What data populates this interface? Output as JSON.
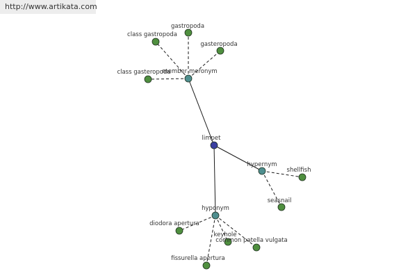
{
  "source": {
    "url_text": "http://www.artikata.com"
  },
  "colors": {
    "center": "#3a3fa0",
    "relation": "#4f8f8f",
    "leaf": "#4f8f3f",
    "edge": "#1a1a1a"
  },
  "nodes": [
    {
      "id": "limpet",
      "label": "limpet",
      "kind": "center"
    },
    {
      "id": "member-meronym",
      "label": "member meronym",
      "kind": "relation"
    },
    {
      "id": "hypernym",
      "label": "hypernym",
      "kind": "relation"
    },
    {
      "id": "hyponym",
      "label": "hyponym",
      "kind": "relation"
    },
    {
      "id": "class-gastropoda",
      "label": "class gastropoda",
      "kind": "leaf"
    },
    {
      "id": "gastropoda",
      "label": "gastropoda",
      "kind": "leaf"
    },
    {
      "id": "gasteropoda",
      "label": "gasteropoda",
      "kind": "leaf"
    },
    {
      "id": "class-gasteropoda",
      "label": "class gasteropoda",
      "kind": "leaf"
    },
    {
      "id": "shellfish",
      "label": "shellfish",
      "kind": "leaf"
    },
    {
      "id": "seasnail",
      "label": "seasnail",
      "kind": "leaf"
    },
    {
      "id": "diodora-apertura",
      "label": "diodora apertura",
      "kind": "leaf"
    },
    {
      "id": "keyhole",
      "label": "keyhole",
      "kind": "leaf"
    },
    {
      "id": "common-patella-vulgata",
      "label": "common patella vulgata",
      "kind": "leaf"
    },
    {
      "id": "fissurella-apertura",
      "label": "fissurella apertura",
      "kind": "leaf"
    }
  ],
  "edges": [
    {
      "from": "limpet",
      "to": "member-meronym",
      "style": "solid"
    },
    {
      "from": "limpet",
      "to": "hypernym",
      "style": "solid"
    },
    {
      "from": "limpet",
      "to": "hyponym",
      "style": "solid"
    },
    {
      "from": "member-meronym",
      "to": "class-gastropoda",
      "style": "dashed"
    },
    {
      "from": "member-meronym",
      "to": "gastropoda",
      "style": "dashed"
    },
    {
      "from": "member-meronym",
      "to": "gasteropoda",
      "style": "dashed"
    },
    {
      "from": "member-meronym",
      "to": "class-gasteropoda",
      "style": "dashed"
    },
    {
      "from": "hypernym",
      "to": "shellfish",
      "style": "dashed"
    },
    {
      "from": "hypernym",
      "to": "seasnail",
      "style": "dashed"
    },
    {
      "from": "hyponym",
      "to": "diodora-apertura",
      "style": "dashed"
    },
    {
      "from": "hyponym",
      "to": "keyhole",
      "style": "dashed"
    },
    {
      "from": "hyponym",
      "to": "common-patella-vulgata",
      "style": "dashed"
    },
    {
      "from": "hyponym",
      "to": "fissurella-apertura",
      "style": "dashed"
    }
  ]
}
